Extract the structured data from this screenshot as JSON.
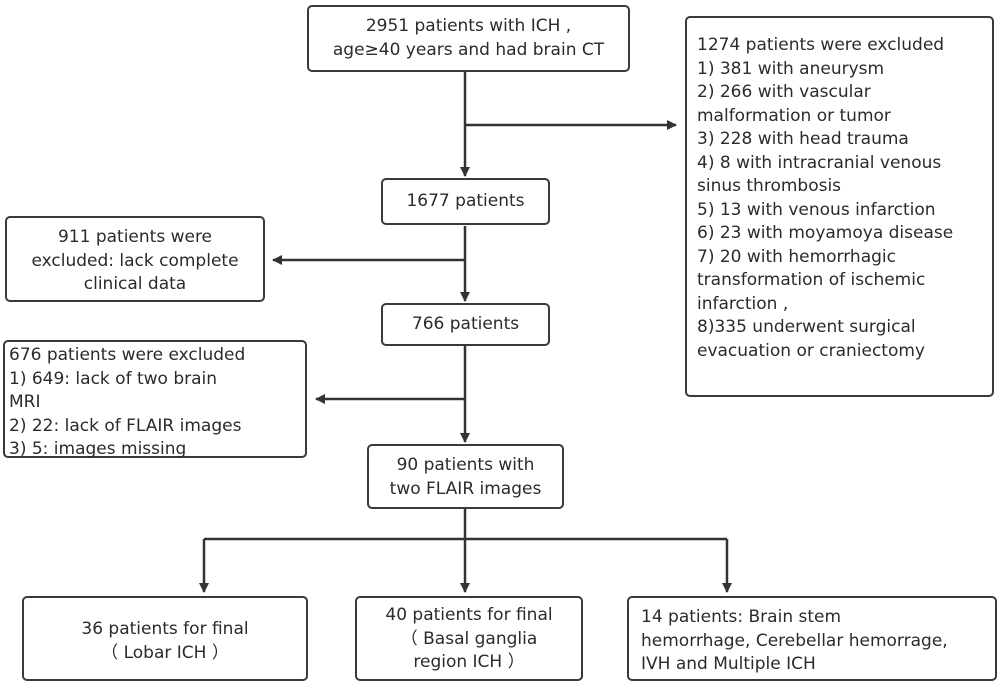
{
  "boxes": {
    "start": {
      "lines": [
        "2951 patients with ICH ,",
        "age≥40 years and had brain CT"
      ]
    },
    "exclusion1": {
      "lines": [
        "1274 patients were excluded",
        "1) 381 with aneurysm",
        "2) 266 with vascular",
        "malformation or tumor",
        "3) 228 with head trauma",
        "4) 8 with intracranial venous",
        "sinus thrombosis",
        "5) 13 with venous infarction",
        "6) 23 with moyamoya disease",
        "7) 20 with hemorrhagic",
        "transformation of ischemic",
        "infarction ,",
        "8)335 underwent surgical",
        "evacuation or craniectomy"
      ]
    },
    "step1677": {
      "lines": [
        "1677 patients"
      ]
    },
    "exclusion2": {
      "lines": [
        "911 patients were",
        "excluded: lack complete",
        "clinical data"
      ]
    },
    "step766": {
      "lines": [
        "766 patients"
      ]
    },
    "exclusion3": {
      "lines": [
        "676 patients were excluded",
        "1) 649: lack of two brain",
        "MRI",
        "2) 22: lack of FLAIR images",
        "3) 5: images missing"
      ]
    },
    "step90": {
      "lines": [
        "90 patients with",
        "two FLAIR images"
      ]
    },
    "final_lobar": {
      "lines": [
        "36 patients for final",
        "（ Lobar ICH ）"
      ]
    },
    "final_basal": {
      "lines": [
        "40 patients for final",
        "（ Basal ganglia",
        "region ICH ）"
      ]
    },
    "final_other": {
      "lines": [
        "14 patients: Brain stem",
        "hemorrhage, Cerebellar hemorrage,",
        "IVH and Multiple ICH"
      ]
    }
  }
}
